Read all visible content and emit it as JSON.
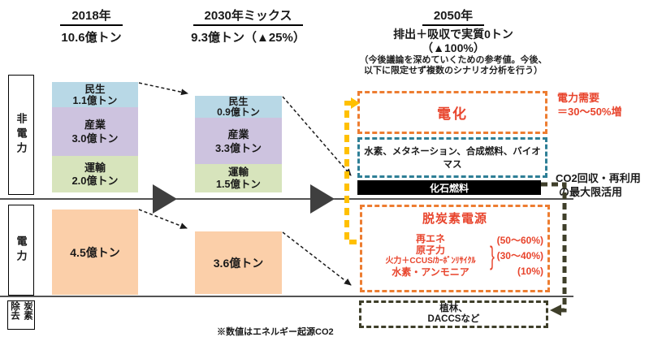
{
  "headers": {
    "y2018": {
      "title": "2018年",
      "value": "10.6億トン"
    },
    "y2030": {
      "title": "2030年ミックス",
      "value": "9.3億トン（▲25%）"
    },
    "y2050": {
      "title": "2050年",
      "line1": "排出＋吸収で実質0トン",
      "line2": "（▲100%）",
      "note1": "（今後議論を深めていくための参考値。今後、",
      "note2": "以下に限定せず複数のシナリオ分析を行う）"
    }
  },
  "rows": {
    "non_power": "非電力",
    "power": "電力",
    "carbon_removal": "炭素除去"
  },
  "bars_2018": {
    "minsei_label": "民生",
    "minsei_value": "1.1億トン",
    "sangyo_label": "産業",
    "sangyo_value": "3.0億トン",
    "unyu_label": "運輸",
    "unyu_value": "2.0億トン",
    "power_value": "4.5億トン"
  },
  "bars_2030": {
    "minsei_label": "民生",
    "minsei_value": "0.9億トン",
    "sangyo_label": "産業",
    "sangyo_value": "3.3億トン",
    "unyu_label": "運輸",
    "unyu_value": "1.5億トン",
    "power_value": "3.6億トン"
  },
  "y2050": {
    "electrification": "電化",
    "fuels": "水素、メタネーション、合成燃料、バイオマス",
    "fossil": "化石燃料",
    "decarbon": {
      "title": "脱炭素電源",
      "item1": "再エネ",
      "item2": "原子力",
      "item3": "火力＋CCUS/ｶｰﾎﾞﾝﾘｻｲｸﾙ",
      "item4": "水素・アンモニア",
      "brace": "}",
      "pct1": "(50～60%)",
      "pct2": "(30～40%)",
      "pct3": "(10%)"
    },
    "removal_line1": "植林、",
    "removal_line2": "DACCSなど"
  },
  "annotations": {
    "demand_line1": "電力需要",
    "demand_line2": "＝30～50%増",
    "co2_line1": "CO2回収・再利用",
    "co2_line2": "の最大限活用",
    "footnote": "※数値はエネルギー起源CO2"
  },
  "colors": {
    "minsei": "#b8d8e6",
    "sangyo": "#cdc3df",
    "unyu": "#d7e4bc",
    "power_bar": "#fbcfa9",
    "orange_border": "#ed7d31",
    "teal_border": "#2e7f96",
    "yellow_connector": "#ffc000",
    "red_text": "#e8442c",
    "dark_olive": "#3f3f2a",
    "fossil_bg": "#000000",
    "flow_arrow": "#3f3f3f"
  }
}
